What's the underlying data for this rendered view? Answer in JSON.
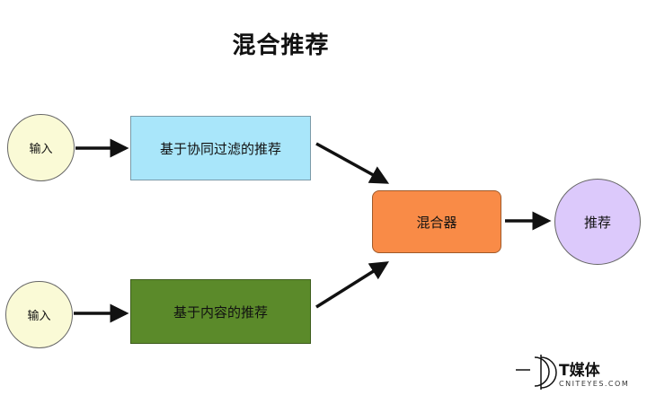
{
  "title": "混合推荐",
  "nodes": {
    "input_top": "输入",
    "input_bottom": "输入",
    "collaborative": "基于协同过滤的推荐",
    "content": "基于内容的推荐",
    "mixer": "混合器",
    "output": "推荐"
  },
  "watermark": {
    "brand": "T媒体",
    "sub": "CNITEYES.COM"
  }
}
